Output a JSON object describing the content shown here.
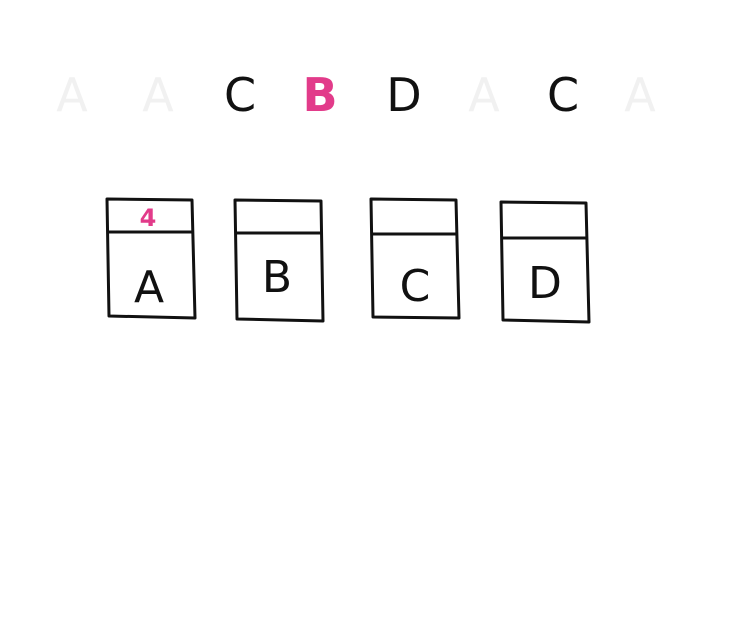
{
  "colors": {
    "ink": "#111111",
    "highlight": "#e23b8a",
    "faded": "#f1f1f1",
    "background": "#ffffff"
  },
  "sequence": {
    "items": [
      {
        "letter": "A",
        "state": "faded"
      },
      {
        "letter": "A",
        "state": "faded"
      },
      {
        "letter": "C",
        "state": "normal"
      },
      {
        "letter": "B",
        "state": "highlight"
      },
      {
        "letter": "D",
        "state": "normal"
      },
      {
        "letter": "A",
        "state": "faded"
      },
      {
        "letter": "C",
        "state": "normal"
      },
      {
        "letter": "A",
        "state": "faded"
      }
    ]
  },
  "boxes": {
    "items": [
      {
        "letter": "A",
        "count": "4"
      },
      {
        "letter": "B",
        "count": ""
      },
      {
        "letter": "C",
        "count": ""
      },
      {
        "letter": "D",
        "count": ""
      }
    ]
  }
}
